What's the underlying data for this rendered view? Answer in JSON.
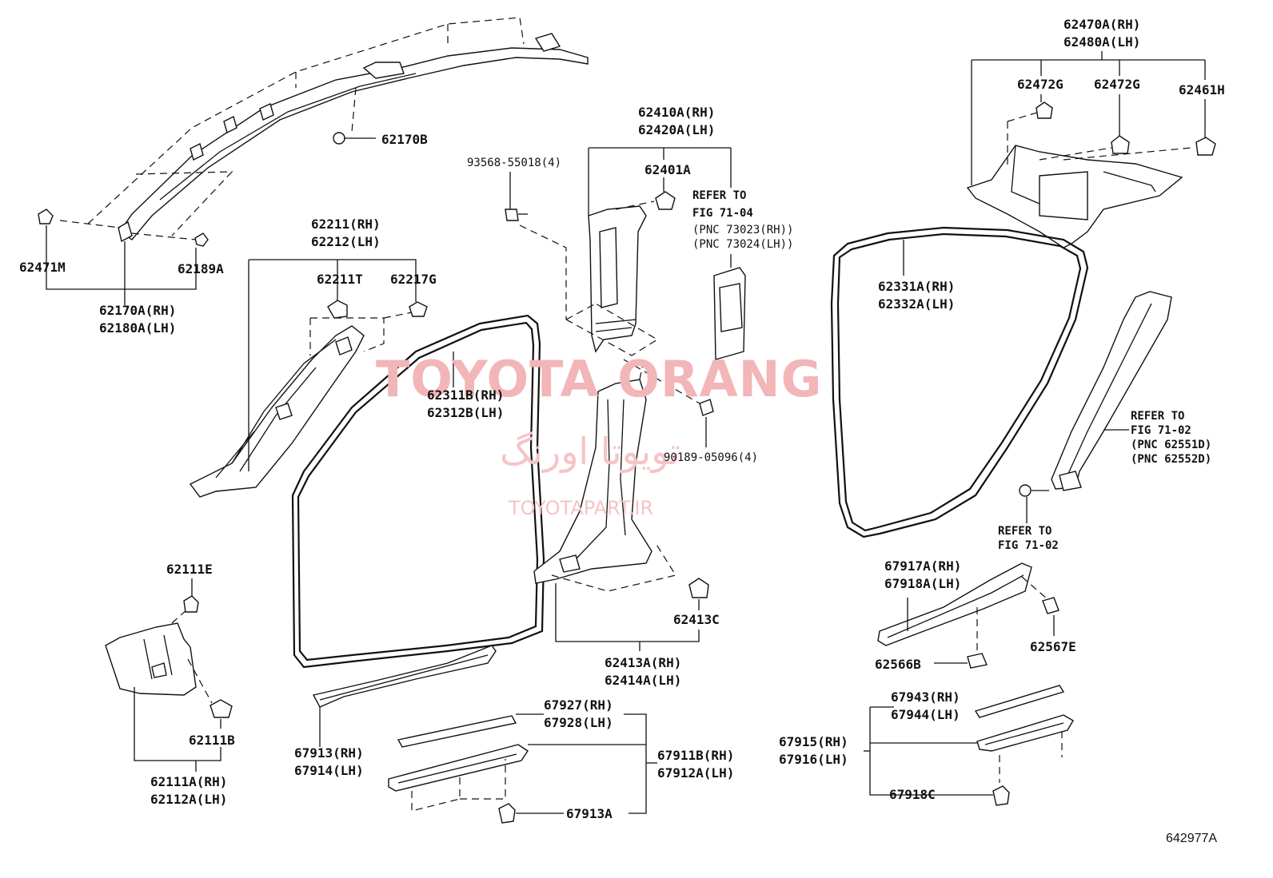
{
  "figure_number": "642977A",
  "watermark": {
    "brand": "TOYOTA ORANG",
    "persian": "تویوتا اورنگ",
    "site": "TOYOTAPART.IR"
  },
  "callouts": {
    "p62471M": "62471M",
    "p62170A": "62170A(RH)",
    "p62180A": "62180A(LH)",
    "p62189A": "62189A",
    "p62170B": "62170B",
    "p62211": "62211(RH)",
    "p62212": "62212(LH)",
    "p62211T": "62211T",
    "p62217G": "62217G",
    "p62311B": "62311B(RH)",
    "p62312B": "62312B(LH)",
    "p93568": "93568-55018(4)",
    "p62410A": "62410A(RH)",
    "p62420A": "62420A(LH)",
    "p62401A": "62401A",
    "ref_a_1": "REFER TO",
    "ref_a_2": "FIG 71-04",
    "ref_a_3": "(PNC 73023(RH))",
    "ref_a_4": "(PNC 73024(LH))",
    "p90189": "90189-05096(4)",
    "p62413A": "62413A(RH)",
    "p62414A": "62414A(LH)",
    "p62413C": "62413C",
    "p62111E": "62111E",
    "p62111B": "62111B",
    "p62111A": "62111A(RH)",
    "p62112A": "62112A(LH)",
    "p67913": "67913(RH)",
    "p67914": "67914(LH)",
    "p67927": "67927(RH)",
    "p67928": "67928(LH)",
    "p67911B": "67911B(RH)",
    "p67912A": "67912A(LH)",
    "p67913A": "67913A",
    "p62470A": "62470A(RH)",
    "p62480A": "62480A(LH)",
    "p62472G_1": "62472G",
    "p62472G_2": "62472G",
    "p62461H": "62461H",
    "p62331A": "62331A(RH)",
    "p62332A": "62332A(LH)",
    "ref_b_1": "REFER TO",
    "ref_b_2": "FIG 71-02",
    "ref_b_3": "(PNC 62551D)",
    "ref_b_4": "(PNC 62552D)",
    "ref_c_1": "REFER TO",
    "ref_c_2": "FIG 71-02",
    "p67917A": "67917A(RH)",
    "p67918A": "67918A(LH)",
    "p62567E": "62567E",
    "p62566B": "62566B",
    "p67943": "67943(RH)",
    "p67944": "67944(LH)",
    "p67915": "67915(RH)",
    "p67916": "67916(LH)",
    "p67918C": "67918C"
  }
}
